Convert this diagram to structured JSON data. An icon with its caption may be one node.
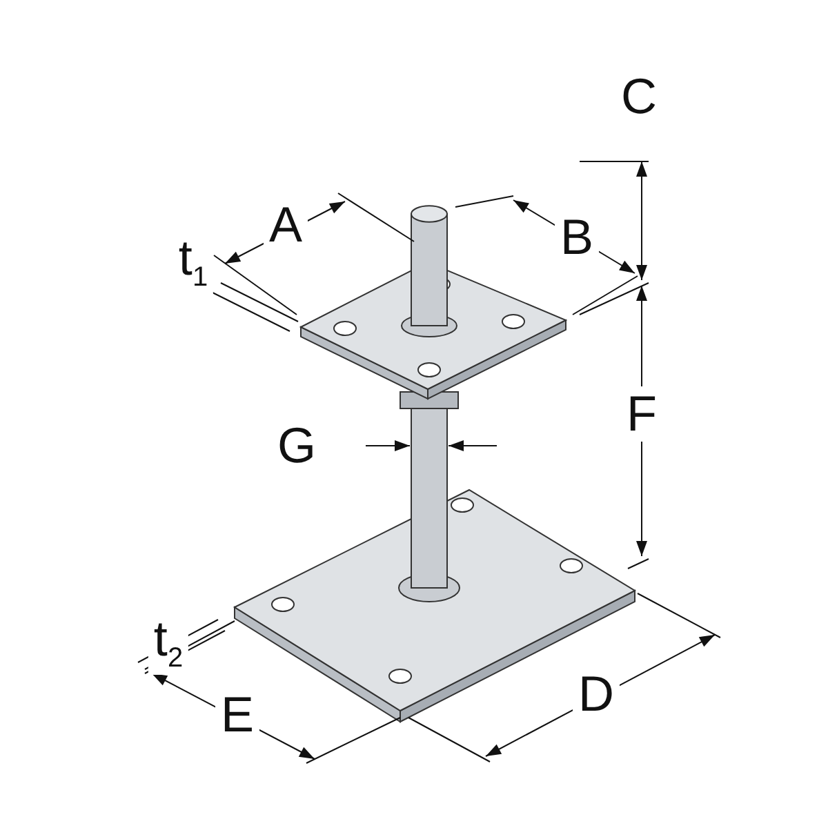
{
  "diagram": {
    "labels": [
      "C",
      "A",
      "B",
      "t$_{1}$",
      "F",
      "G",
      "t$_{2}$",
      "E",
      "D"
    ]
  }
}
